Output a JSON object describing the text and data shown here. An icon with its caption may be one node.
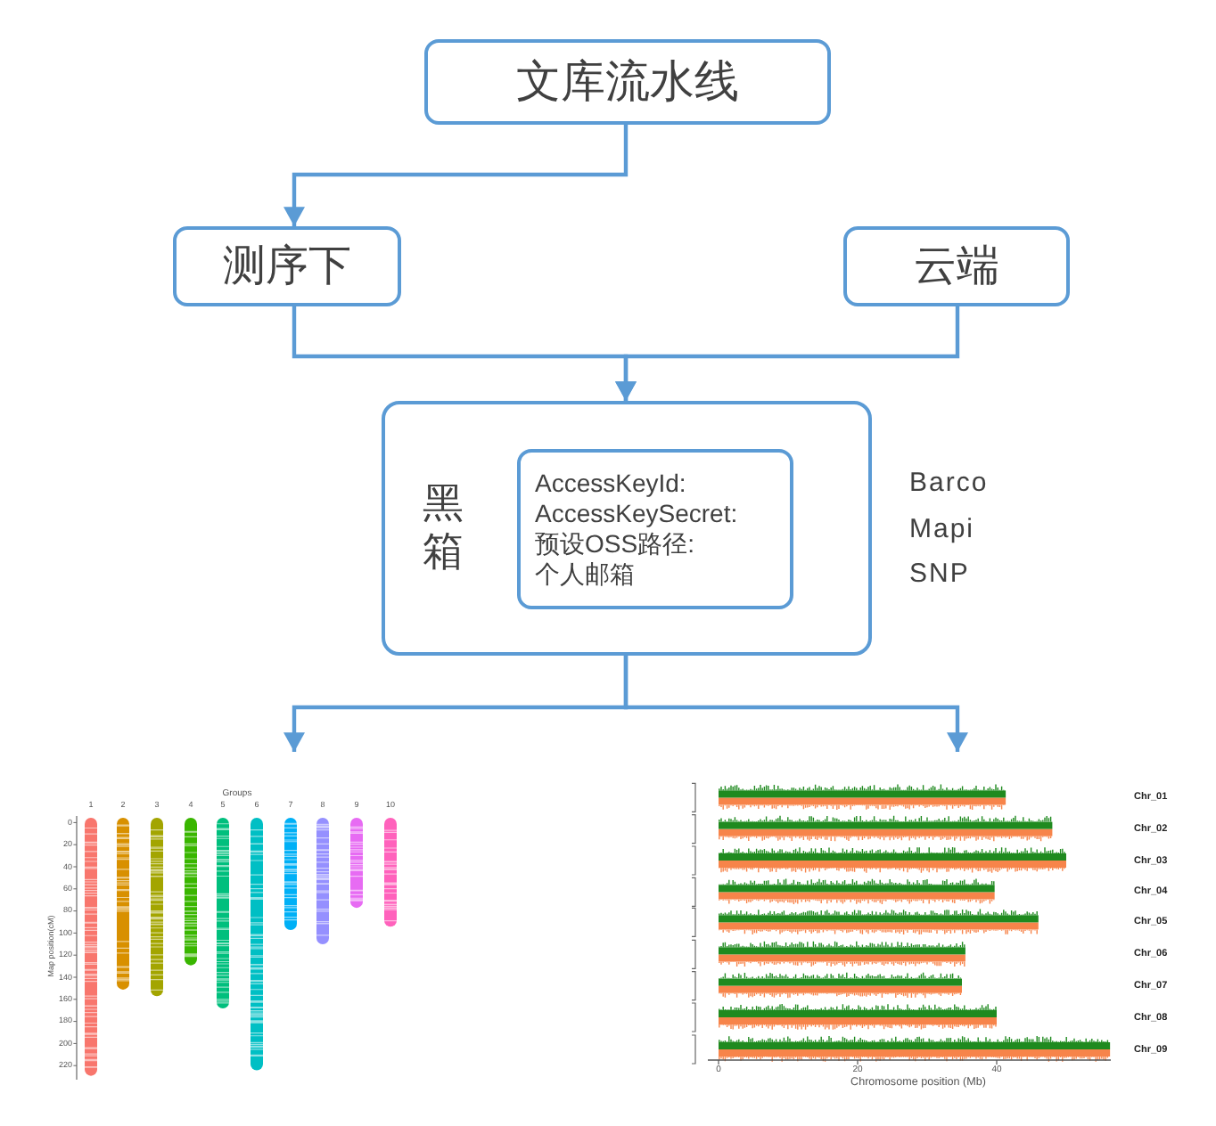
{
  "diagram": {
    "nodes": [
      {
        "text": [
          "文库流水线"
        ]
      },
      {
        "text": [
          "测序下"
        ]
      },
      {
        "text": [
          "云端"
        ]
      },
      {
        "text": [
          "黑箱"
        ],
        "beside": [
          "Barco",
          "Mapi",
          "SNP"
        ]
      },
      {
        "text": [
          "AccessKeyId:",
          "AccessKeySecret:",
          "预设OSS路径:",
          "个人邮箱"
        ],
        "in": 3
      },
      {
        "text": [],
        "shape": "picture"
      },
      {
        "text": [],
        "shape": "picture"
      }
    ],
    "edges": [
      {
        "from": 0,
        "to": 1,
        "arrow": "to"
      },
      {
        "from": 1,
        "to": 3,
        "arrow": "to"
      },
      {
        "from": 2,
        "to": 3,
        "arrow": "to"
      },
      {
        "from": 3,
        "to": 5,
        "arrow": "to"
      },
      {
        "from": 3,
        "to": 6,
        "arrow": "to"
      }
    ],
    "labels": [
      "Groups",
      "1",
      "2",
      "3",
      "4",
      "5",
      "6",
      "7",
      "8",
      "9",
      "10",
      "0",
      "20",
      "40",
      "60",
      "80",
      "100",
      "120",
      "140",
      "160",
      "180",
      "200",
      "220",
      "Map position(cM)",
      "Chr_01",
      "Chr_02",
      "Chr_03",
      "Chr_04",
      "Chr_05",
      "Chr_06",
      "Chr_07",
      "Chr_08",
      "Chr_09",
      "0",
      "20",
      "40",
      "Chromosome position (Mb)"
    ]
  }
}
